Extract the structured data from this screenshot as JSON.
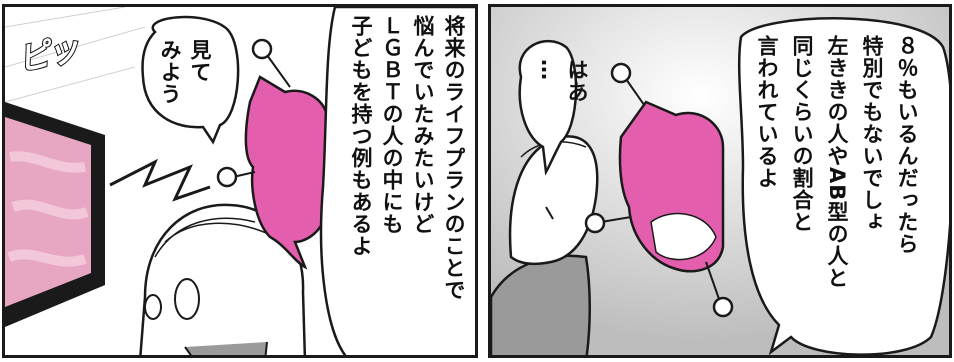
{
  "panels": [
    {
      "sfx": "ピッ",
      "bubbles": [
        {
          "text": "見て\nみよう"
        },
        {
          "text": "将来のライフプランのことで\n悩んでいたみたいけど\nＬＧＢＴの人の中にも\n子どもを持つ例もあるよ"
        }
      ]
    },
    {
      "bubbles": [
        {
          "text": "はあ\n…"
        },
        {
          "text": "８％もいるんだったら\n特別でもないでしょ\n左ききの人やAB型の人と\n同じくらいの割合と\n言われているよ"
        }
      ]
    }
  ],
  "colors": {
    "mascot": "#e35fae",
    "tv_screen": "#e7a6c2",
    "ink": "#1a1a1a",
    "shade": "#9a9a9a"
  }
}
